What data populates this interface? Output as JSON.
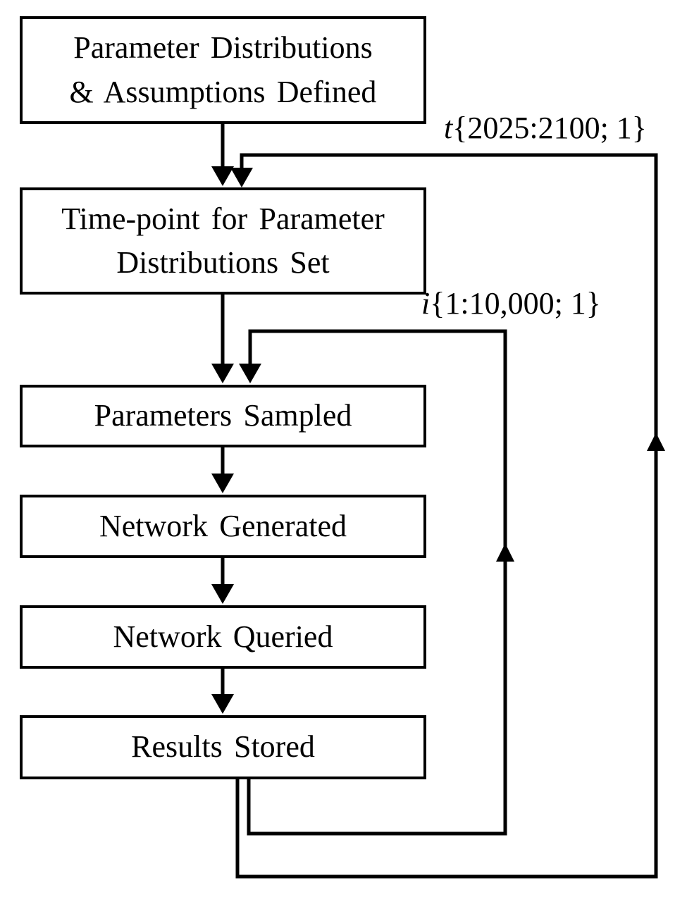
{
  "diagram": {
    "background_color": "#ffffff",
    "line_color": "#000000",
    "boxes": [
      {
        "lines": [
          "Parameter Distributions",
          "& Assumptions Defined"
        ]
      },
      {
        "lines": [
          "Time-point for Parameter",
          "Distributions Set"
        ]
      },
      {
        "lines": [
          "Parameters Sampled"
        ]
      },
      {
        "lines": [
          "Network Generated"
        ]
      },
      {
        "lines": [
          "Network Queried"
        ]
      },
      {
        "lines": [
          "Results Stored"
        ]
      }
    ],
    "loops": [
      {
        "variable": "t",
        "range": "{2025:2100; 1}"
      },
      {
        "variable": "i",
        "range": "{1:10,000; 1}"
      }
    ]
  }
}
